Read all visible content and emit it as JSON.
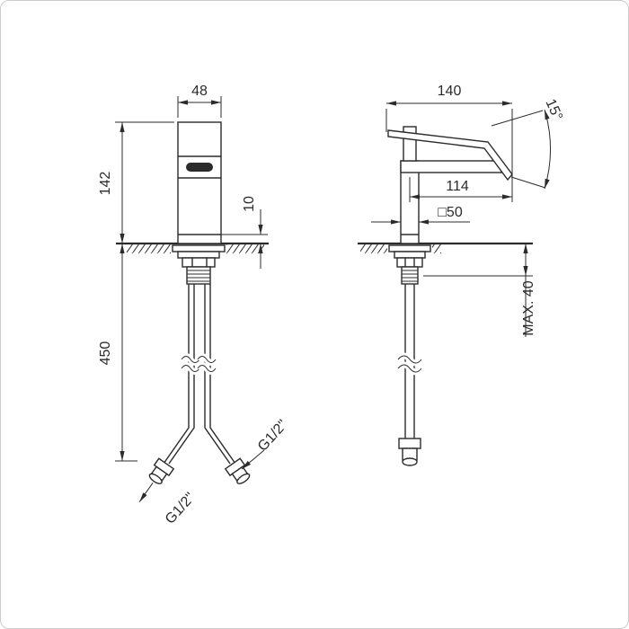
{
  "drawing": {
    "colors": {
      "line": "#2b2b2b",
      "background": "#ffffff",
      "border": "#cccccc"
    },
    "front_view": {
      "dims": {
        "body_width": "48",
        "body_height": "142",
        "base_ring_height": "10",
        "hose_length": "450",
        "hose_thread_left": "G1/2\"",
        "hose_thread_right": "G1/2\""
      }
    },
    "side_view": {
      "dims": {
        "total_depth": "140",
        "handle_angle": "15°",
        "spout_reach": "114",
        "base_section": "□50",
        "max_deck_thickness": "MAX. 40"
      }
    }
  }
}
